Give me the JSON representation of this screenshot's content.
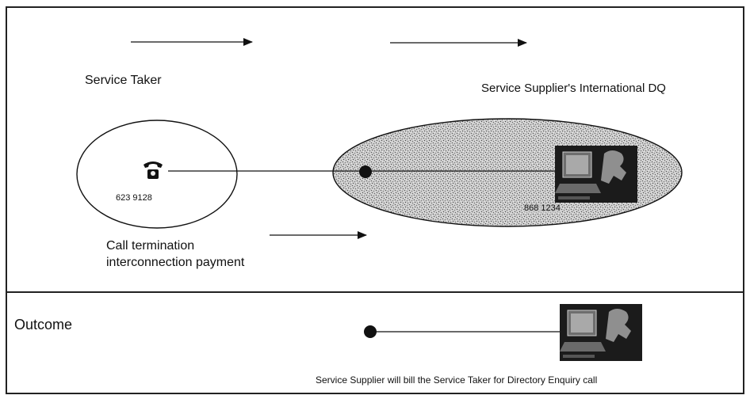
{
  "top_panel": {
    "service_taker_label": "Service Taker",
    "supplier_label": "Service Supplier's International DQ",
    "taker_number": "623 9128",
    "supplier_number": "868 1234",
    "payment_label_line1": "Call termination",
    "payment_label_line2": "interconnection payment"
  },
  "bottom_panel": {
    "title": "Outcome",
    "caption": "Service Supplier will bill the Service Taker for Directory Enquiry call"
  },
  "icons": {
    "telephone": "telephone-icon",
    "computer_operator": "computer-operator-icon"
  }
}
